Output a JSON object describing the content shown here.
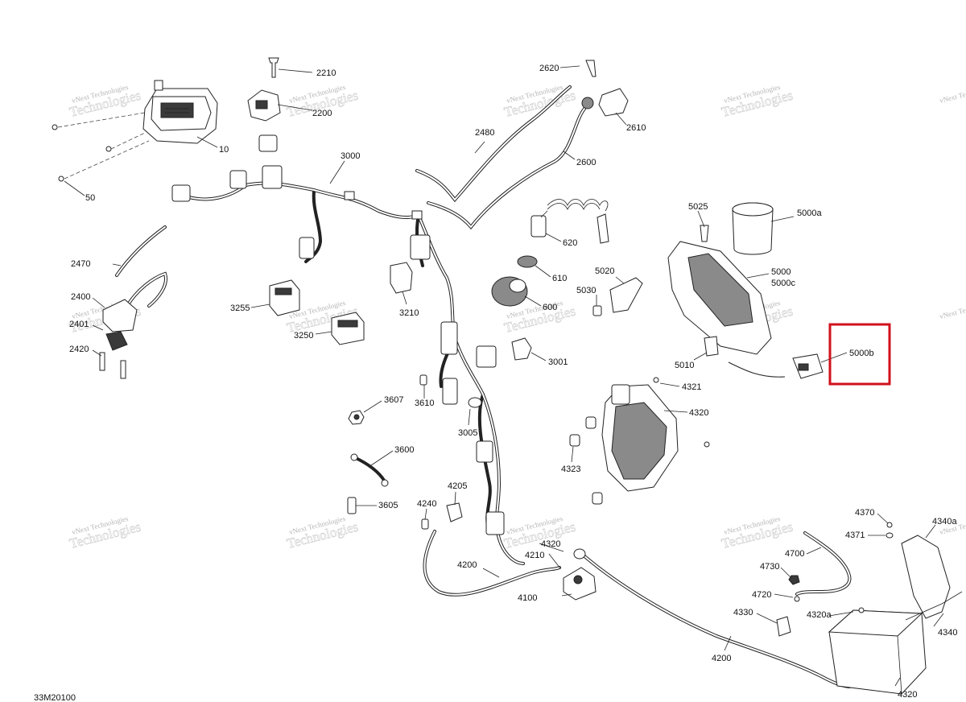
{
  "drawing_code": "33M20100",
  "watermark": {
    "line1": "vNext Technologies",
    "line2": "Technologies"
  },
  "callouts": [
    {
      "id": "c2210",
      "text": "2210"
    },
    {
      "id": "c2200",
      "text": "2200"
    },
    {
      "id": "c10",
      "text": "10"
    },
    {
      "id": "c50",
      "text": "50"
    },
    {
      "id": "c3000",
      "text": "3000"
    },
    {
      "id": "c2620",
      "text": "2620"
    },
    {
      "id": "c2610",
      "text": "2610"
    },
    {
      "id": "c2480",
      "text": "2480"
    },
    {
      "id": "c2600",
      "text": "2600"
    },
    {
      "id": "c2470",
      "text": "2470"
    },
    {
      "id": "c2400",
      "text": "2400"
    },
    {
      "id": "c2401",
      "text": "2401"
    },
    {
      "id": "c2420",
      "text": "2420"
    },
    {
      "id": "c3255",
      "text": "3255"
    },
    {
      "id": "c3250",
      "text": "3250"
    },
    {
      "id": "c3210",
      "text": "3210"
    },
    {
      "id": "c620",
      "text": "620"
    },
    {
      "id": "c610",
      "text": "610"
    },
    {
      "id": "c600",
      "text": "600"
    },
    {
      "id": "c5020",
      "text": "5020"
    },
    {
      "id": "c5030",
      "text": "5030"
    },
    {
      "id": "c5025",
      "text": "5025"
    },
    {
      "id": "c5000a",
      "text": "5000a"
    },
    {
      "id": "c5000",
      "text": "5000"
    },
    {
      "id": "c5000c",
      "text": "5000c"
    },
    {
      "id": "c5010",
      "text": "5010"
    },
    {
      "id": "c5000b",
      "text": "5000b"
    },
    {
      "id": "c3001",
      "text": "3001"
    },
    {
      "id": "c3607",
      "text": "3607"
    },
    {
      "id": "c3610",
      "text": "3610"
    },
    {
      "id": "c3005",
      "text": "3005"
    },
    {
      "id": "c3600",
      "text": "3600"
    },
    {
      "id": "c3605",
      "text": "3605"
    },
    {
      "id": "c4321",
      "text": "4321"
    },
    {
      "id": "c4320a",
      "text": "4320"
    },
    {
      "id": "c4323",
      "text": "4323"
    },
    {
      "id": "c4205",
      "text": "4205"
    },
    {
      "id": "c4240",
      "text": "4240"
    },
    {
      "id": "c4200a",
      "text": "4200"
    },
    {
      "id": "c4320b",
      "text": "4320"
    },
    {
      "id": "c4210",
      "text": "4210"
    },
    {
      "id": "c4100",
      "text": "4100"
    },
    {
      "id": "c4370",
      "text": "4370"
    },
    {
      "id": "c4371",
      "text": "4371"
    },
    {
      "id": "c4340a",
      "text": "4340a"
    },
    {
      "id": "c4700",
      "text": "4700"
    },
    {
      "id": "c4730",
      "text": "4730"
    },
    {
      "id": "c4720",
      "text": "4720"
    },
    {
      "id": "c4330",
      "text": "4330"
    },
    {
      "id": "c4320a2",
      "text": "4320a"
    },
    {
      "id": "c4340",
      "text": "4340"
    },
    {
      "id": "c4200b",
      "text": "4200"
    },
    {
      "id": "c4320c",
      "text": "4320"
    }
  ],
  "highlight": {
    "callout": "5000b",
    "color": "#d0111b"
  }
}
